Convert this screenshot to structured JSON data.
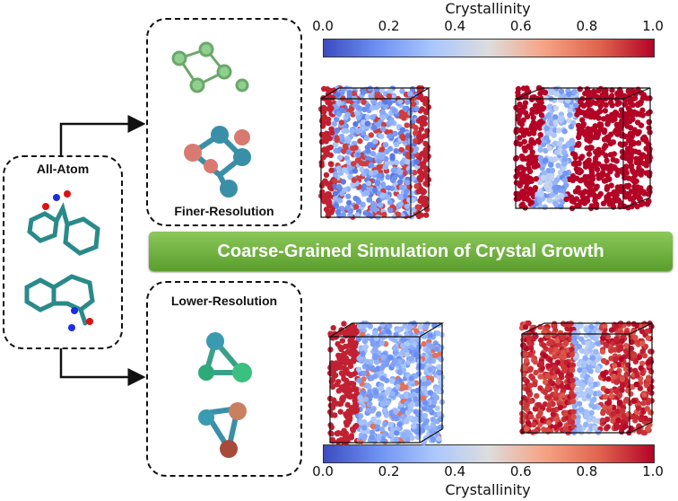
{
  "labels": {
    "all_atom": "All-Atom",
    "finer": "Finer-Resolution",
    "lower": "Lower-Resolution"
  },
  "banner": "Coarse-Grained Simulation of Crystal Growth",
  "colorbar": {
    "title": "Crystallinity",
    "ticks": [
      "0.0",
      "0.2",
      "0.4",
      "0.6",
      "0.8",
      "1.0"
    ],
    "range": [
      0.0,
      1.0
    ]
  },
  "colors": {
    "low": "#3b4cc0",
    "mid": "#dddddd",
    "high": "#b40426",
    "banner": "#6cae3a"
  }
}
